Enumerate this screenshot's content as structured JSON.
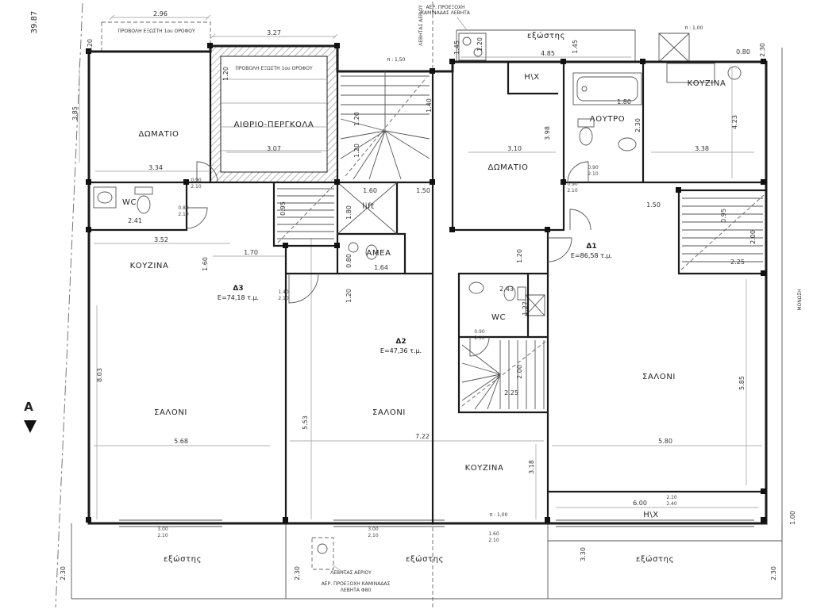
{
  "meta": {
    "drawing_type": "architectural-floor-plan"
  },
  "colors": {
    "line": "#1b1b1b",
    "dim_text": "#333333",
    "background": "#ffffff"
  },
  "rooms": {
    "bedroom_left": "ΔΩΜΑΤΙΟ",
    "atrium": "ΑΙΘΡΙΟ-ΠΕΡΓΚΟΛΑ",
    "bedroom_right": "ΔΩΜΑΤΙΟ",
    "bathroom": "ΛΟΥΤΡΟ",
    "kitchen_top_right": "ΚΟΥΖΙΝΑ",
    "kitchen_left": "ΚΟΥΖΙΝΑ",
    "kitchen_bottom": "ΚΟΥΖΙΝΑ",
    "wc_left": "WC",
    "wc_middle": "WC",
    "lift": "lift",
    "amea": "AMEA",
    "living_left": "ΣΑΛΟΝΙ",
    "living_middle": "ΣΑΛΟΝΙ",
    "living_right": "ΣΑΛΟΝΙ",
    "hx_top": "H\\X",
    "hx_bottom": "H\\X",
    "balcony_top_right": "εξώστης",
    "balcony_bottom_left": "εξώστης",
    "balcony_bottom_middle": "εξώστης",
    "balcony_bottom_right": "εξώστης"
  },
  "apartments": {
    "d1": {
      "name": "Δ1",
      "area": "E=86,58 τ.μ."
    },
    "d2": {
      "name": "Δ2",
      "area": "E=47,36 τ.μ."
    },
    "d3": {
      "name": "Δ3",
      "area": "E=74,18 τ.μ."
    }
  },
  "annotations": {
    "elevation": "39.87",
    "section_marker": "A",
    "insulation": "ΜΟΝΩΣΗ",
    "projection_balcony_1": "ΠΡΟΒΟΛΗ ΕΞΩΣΤΗ 1ου ΟΡΟΦΟΥ",
    "projection_balcony_2": "ΠΡΟΒΟΛΗ ΕΞΩΣΤΗ 1ου ΟΡΟΦΟΥ",
    "parapet_150": "π : 1,50",
    "parapet_100_top": "π : 1,00",
    "parapet_100_bottom": "π : 1,00",
    "chimney_line1": "ΑΕΡ. ΠΡΟΕΞΟΧΗ",
    "chimney_line2": "ΚΑΜΙΝΑΔΑΣ ΛΕΒΗΤΑ",
    "gas_boiler_top": "ΛΕΒΗΤΑΣ ΑΕΡΙΟΥ",
    "gas_boiler_bottom": "ΛΕΒΗΤΑΣ ΑΕΡΙΟΥ",
    "chimney_bottom_1": "ΑΕΡ. ΠΡΟΕΞΟΧΗ ΚΑΜΙΝΑΔΑΣ",
    "chimney_bottom_2": "ΛΕΒΗΤΑ Φ80"
  },
  "dims": [
    "2.96",
    "3.27",
    "1.20",
    "3.85",
    "3.34",
    "3.07",
    "1.20",
    "1.20",
    "1.20",
    "1.40",
    "4.85",
    "1.45",
    "1.80",
    "2.30",
    "3.98",
    "3.10",
    "3.38",
    "4.23",
    "2.30",
    "0.80",
    "1.60",
    "1.50",
    "1.80",
    "0.95",
    "2.41",
    "1.50",
    "0.95",
    "2.00",
    "2.25",
    "3.52",
    "1.70",
    "1.60",
    "1.64",
    "0.80",
    "1.20",
    "1.20",
    "2.43",
    "1.27",
    "2.00",
    "2.25",
    "8.03",
    "5.68",
    "5.53",
    "7.22",
    "5.85",
    "5.80",
    "3.18",
    "6.00",
    "1.00",
    "2.30",
    "2.30",
    "2.30",
    "3.30",
    "0.90",
    "2.10",
    "0.80",
    "2.10",
    "0.90",
    "2.10",
    "0.90",
    "2.10",
    "0.90",
    "2.10",
    "1.40",
    "2.10",
    "3.00",
    "2.10",
    "3.00",
    "2.10",
    "1.60",
    "2.10",
    "2.10",
    "2.40",
    "1.45",
    "1.20"
  ]
}
